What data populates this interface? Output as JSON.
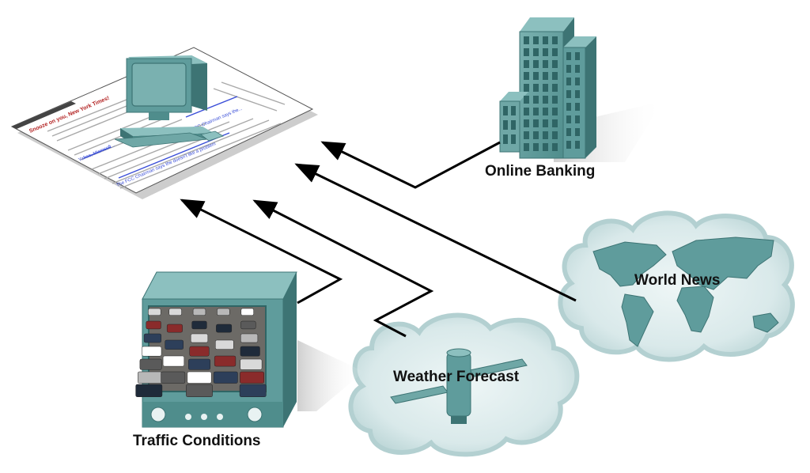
{
  "diagram": {
    "nodes": {
      "web_page": {
        "headline": "Snooze on you, New York Times!",
        "link_lines": [
          "The FCC Chairman says the...",
          "Yahoo, Microsoft...",
          "The FCC Chairman says the doesn't like a problem"
        ]
      },
      "online_banking": {
        "label": "Online Banking"
      },
      "world_news": {
        "label": "World News"
      },
      "weather_forecast": {
        "label": "Weather Forecast"
      },
      "traffic_conditions": {
        "label": "Traffic Conditions"
      }
    },
    "connections": [
      {
        "from": "Online Banking",
        "to": "web_page"
      },
      {
        "from": "World News",
        "to": "web_page"
      },
      {
        "from": "Weather Forecast",
        "to": "web_page"
      },
      {
        "from": "Traffic Conditions",
        "to": "web_page"
      }
    ],
    "colors": {
      "teal": "#5f9c9c",
      "teal_dark": "#3d7474",
      "teal_light": "#8cc0bf",
      "cloud": "#c9dfe0",
      "cloud_inner": "#e8f2f2",
      "arrow": "#000000"
    }
  }
}
